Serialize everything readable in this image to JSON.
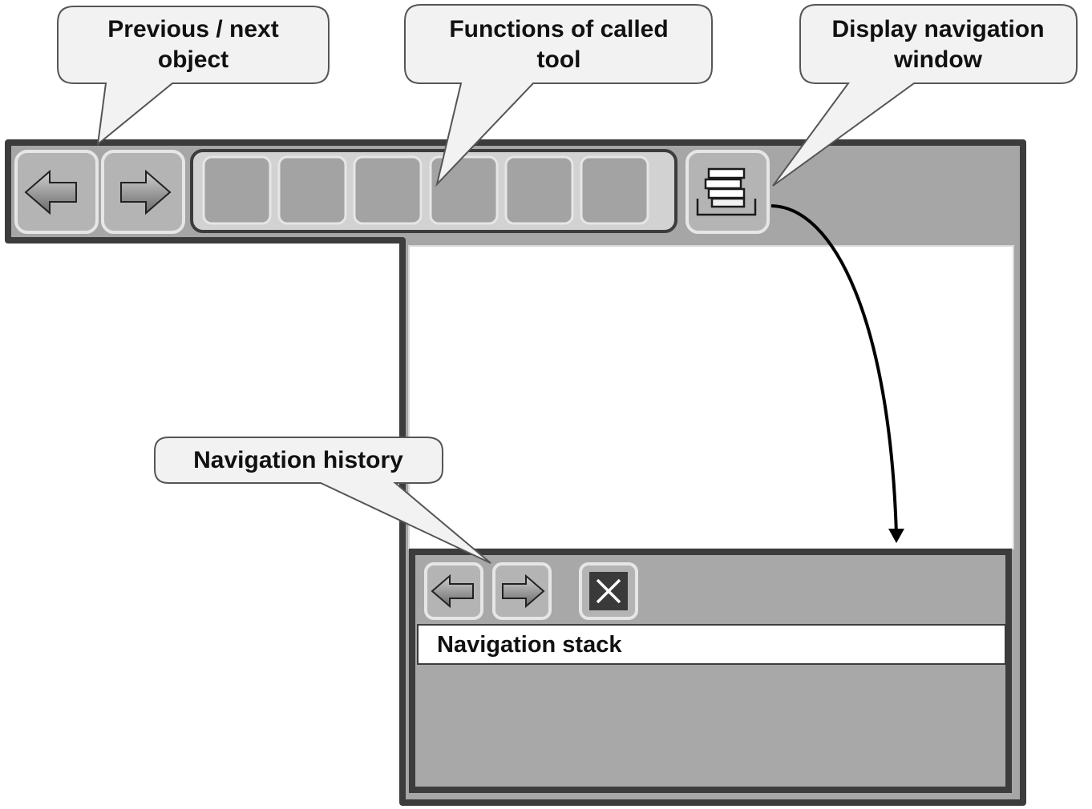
{
  "callouts": {
    "prev_next": "Previous / next object",
    "tool_functions": "Functions of called tool",
    "display_nav": "Display navigation window",
    "nav_history": "Navigation history"
  },
  "nav_window": {
    "stack_label": "Navigation stack"
  },
  "tool_slot_count": 6,
  "icons": {
    "back": "arrow-left-icon",
    "forward": "arrow-right-icon",
    "navigation": "stack-icon",
    "close": "close-icon"
  },
  "colors": {
    "frame": "#3c3c3c",
    "toolbar": "#a6a6a6",
    "button": "#b4b4b4",
    "slot": "#a3a3a3",
    "panel": "#a8a8a8",
    "callout": "#f2f2f2"
  }
}
